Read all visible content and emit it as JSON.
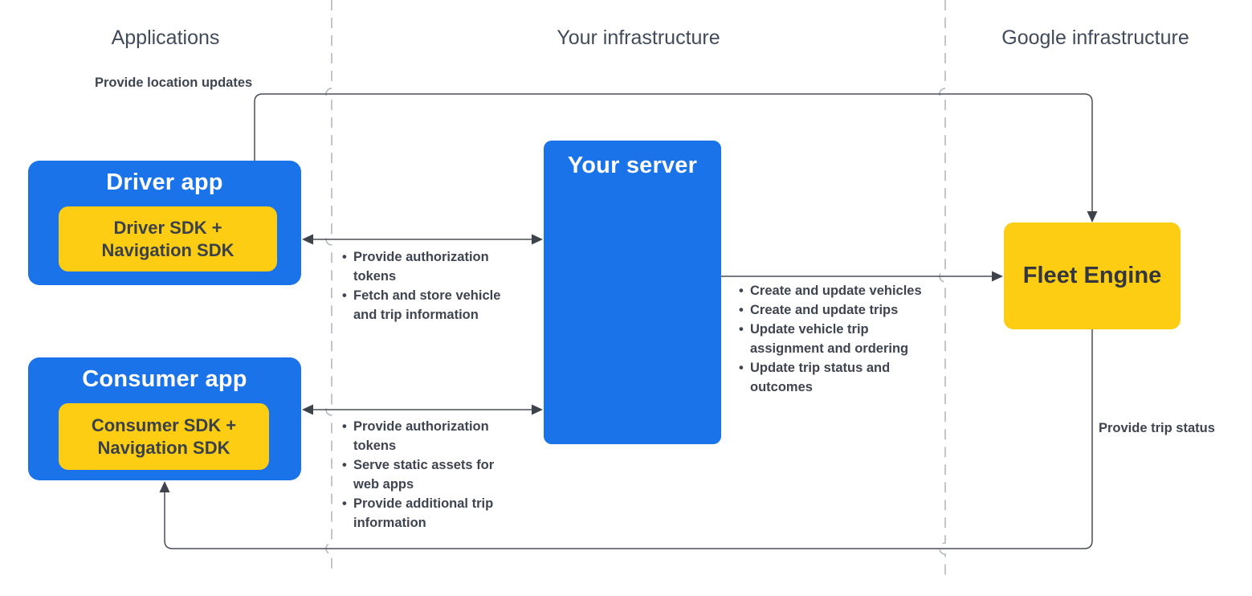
{
  "headers": {
    "applications": "Applications",
    "your_infrastructure": "Your infrastructure",
    "google_infrastructure": "Google infrastructure"
  },
  "nodes": {
    "driver_app": {
      "title": "Driver app",
      "sdk_line1": "Driver SDK +",
      "sdk_line2": "Navigation SDK"
    },
    "consumer_app": {
      "title": "Consumer app",
      "sdk_line1": "Consumer SDK +",
      "sdk_line2": "Navigation SDK"
    },
    "your_server": {
      "title": "Your server"
    },
    "fleet_engine": {
      "title": "Fleet Engine"
    }
  },
  "arrows": {
    "location_updates": {
      "label": "Provide location updates"
    },
    "trip_status": {
      "label": "Provide trip status"
    },
    "driver_server": {
      "bullets": [
        "Provide authorization tokens",
        "Fetch and store vehicle and trip information"
      ]
    },
    "consumer_server": {
      "bullets": [
        "Provide authorization tokens",
        "Serve static assets for web apps",
        "Provide additional trip information"
      ]
    },
    "server_fleet": {
      "bullets": [
        "Create and update vehicles",
        "Create and update trips",
        "Update vehicle trip assignment and ordering",
        "Update trip status and outcomes"
      ]
    }
  },
  "colors": {
    "blue": "#1a73e8",
    "yellow": "#fdcd14",
    "header_text": "#414b5a",
    "label_text": "#3e4450",
    "box_text_dark": "#3b4149",
    "connector": "#4a4e57",
    "dashed_divider": "#aeb4bc",
    "background": "#ffffff"
  }
}
